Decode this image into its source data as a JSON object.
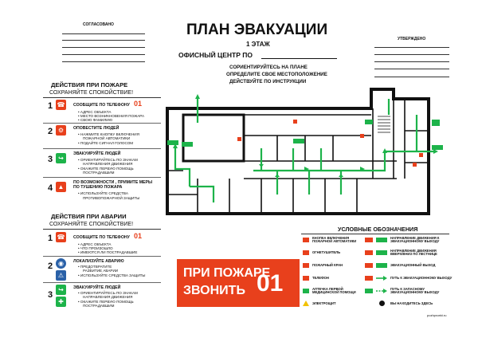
{
  "header": {
    "approved_label": "СОГЛАСОВАНО",
    "confirmed_label": "УТВЕРЖДЕНО",
    "title": "ПЛАН ЭВАКУАЦИИ",
    "floor": "1 ЭТАЖ",
    "office_label": "ОФИСНЫЙ ЦЕНТР ПО",
    "instructions": [
      "СОРИЕНТИРУЙТЕСЬ НА ПЛАНЕ",
      "ОПРЕДЕЛИТЕ СВОЕ МЕСТОПОЛОЖЕНИЕ",
      "ДЕЙСТВУЙТЕ ПО ИНСТРУКЦИИ"
    ]
  },
  "fire_panel": {
    "title": "ДЕЙСТВИЯ ПРИ ПОЖАРЕ",
    "subtitle": "СОХРАНЯЙТЕ СПОКОЙСТВИЕ!",
    "steps": [
      {
        "num": "1",
        "title": "СООБЩИТЕ ПО ТЕЛЕФОНУ",
        "phone": "01",
        "bullets": [
          "АДРЕС ОБЪЕКТА",
          "МЕСТО ВОЗНИКНОВЕНИЯ ПОЖАРА",
          "СВОЮ ФАМИЛИЮ"
        ]
      },
      {
        "num": "2",
        "title": "ОПОВЕСТИТЕ ЛЮДЕЙ",
        "bullets": [
          "НАЖМИТЕ КНОПКУ ВКЛЮЧЕНИЯ",
          "ПОЖАРНОЙ АВТОМАТИКИ",
          "ПОДАЙТЕ СИГНАЛ ГОЛОСОМ"
        ]
      },
      {
        "num": "3",
        "title": "ЭВАКУИРУЙТЕ ЛЮДЕЙ",
        "bullets": [
          "ОРИЕНТИРУЙТЕСЬ ПО ЗНАКАМ",
          "НАПРАВЛЕНИЯ ДВИЖЕНИЯ",
          "ОКАЖИТЕ ПЕРВУЮ ПОМОЩЬ",
          "ПОСТРАДАВШИМ"
        ]
      },
      {
        "num": "4",
        "title": "ПО ВОЗМОЖНОСТИ , ПРИМИТЕ МЕРЫ",
        "title2": "ПО ТУШЕНИЮ ПОЖАРА",
        "bullets": [
          "ИСПОЛЬЗУЙТЕ СРЕДСТВА",
          "ПРОТИВОПОЖАРНОЙ ЗАЩИТЫ"
        ]
      }
    ]
  },
  "accident_panel": {
    "title": "ДЕЙСТВИЯ ПРИ АВАРИИ",
    "subtitle": "СОХРАНЯЙТЕ СПОКОЙСТВИЕ!",
    "steps": [
      {
        "num": "1",
        "title": "СООБЩИТЕ ПО ТЕЛЕФОНУ",
        "phone": "01",
        "bullets": [
          "АДРЕС ОБЪЕКТА",
          "ЧТО ПРОИЗОШЛО",
          "ИМЕЮТСЯ ЛИ ПОСТРАДАВШИЕ"
        ]
      },
      {
        "num": "2",
        "title": "ЛОКАЛИЗУЙТЕ АВАРИЮ",
        "bullets": [
          "ПРЕДОТВРАТИТЕ",
          "РАЗВИТИЕ АВАРИИ",
          "ИСПОЛЬЗУЙТЕ СРЕДСТВА ЗАЩИТЫ"
        ]
      },
      {
        "num": "3",
        "title": "ЭВАКУИРУЙТЕ ЛЮДЕЙ",
        "bullets": [
          "ОРИЕНТИРУЙТЕСЬ ПО ЗНАКАМ",
          "НАПРАВЛЕНИЯ ДВИЖЕНИЯ",
          "ОКАЖИТЕ ПЕРВУЮ ПОМОЩЬ",
          "ПОСТРАДАВШИМ"
        ]
      }
    ]
  },
  "call_banner": {
    "line1": "ПРИ ПОЖАРЕ",
    "line2": "ЗВОНИТЬ",
    "number": "01"
  },
  "legend": {
    "title": "УСЛОВНЫЕ ОБОЗНАЧЕНИЯ",
    "left": [
      "КНОПКА ВКЛЮЧЕНИЯ ПОЖАРНОЙ АВТОМАТИКИ",
      "ОГНЕТУШИТЕЛЬ",
      "ПОЖАРНЫЙ КРАН",
      "ТЕЛЕФОН",
      "АПТЕЧКА ПЕРВОЙ МЕДИЦИНСКОЙ ПОМОЩИ",
      "ЭЛЕКТРОЩИТ"
    ],
    "right": [
      "НАПРАВЛЕНИЕ ДВИЖЕНИЯ К ЭВАКУАЦИОННОМУ ВЫХОДУ",
      "НАПРАВЛЕНИЕ ДВИЖЕНИЯ ВВЕРХ/ВНИЗ ПО ЛЕСТНИЦЕ",
      "ЭВАКУАЦИОННЫЙ ВЫХОД",
      "ПУТЬ К ЭВАКУАЦИОННОМУ ВЫХОДУ",
      "ПУТЬ К ЗАПАСНОМУ ЭВАКУАЦИОННОМУ ВЫХОДУ",
      "ВЫ НАХОДИТЕСЬ ЗДЕСЬ"
    ],
    "credit": "pozhproekt.ru"
  },
  "colors": {
    "red": "#e8401c",
    "green": "#1db34a",
    "blue": "#2a61a8",
    "dark": "#111111"
  },
  "icons": {
    "phone": "phone-icon",
    "alarm": "alarm-icon",
    "exit": "exit-icon",
    "extinguisher": "extinguisher-icon",
    "hazard": "hazard-icon",
    "first_aid": "first-aid-icon"
  }
}
